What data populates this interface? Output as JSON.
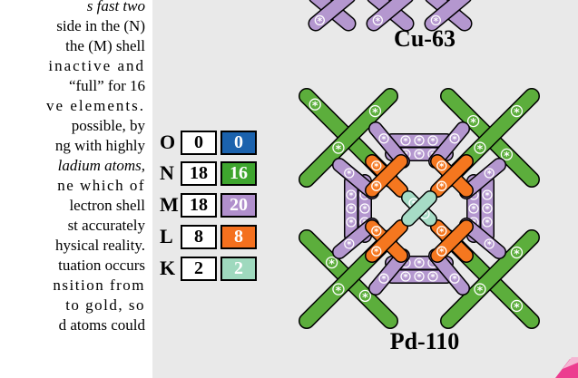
{
  "text_column": {
    "lines": [
      "s fast two",
      "side in the (N)",
      "the (M) shell",
      "inactive and",
      "“full” for 16",
      "ve elements.",
      "possible, by",
      "ng with highly",
      "ladium atoms,",
      "ne which of",
      "lectron shell",
      "st accurately",
      "hysical reality.",
      "tuation occurs",
      "nsition from",
      "to gold, so",
      "d atoms could"
    ]
  },
  "titles": {
    "top": "Cu-63",
    "bottom": "Pd-110"
  },
  "shells": [
    {
      "letter": "O",
      "capacity": "0",
      "value": "0",
      "color": "#1b62ad"
    },
    {
      "letter": "N",
      "capacity": "18",
      "value": "16",
      "color": "#3ea52e"
    },
    {
      "letter": "M",
      "capacity": "18",
      "value": "20",
      "color": "#b08fcc"
    },
    {
      "letter": "L",
      "capacity": "8",
      "value": "8",
      "color": "#f4701e"
    },
    {
      "letter": "K",
      "capacity": "2",
      "value": "2",
      "color": "#9fd9be"
    }
  ],
  "electron_marker": "*",
  "colors": {
    "N_green": "#5cae3c",
    "M_purple": "#b497cf",
    "L_orange": "#f5771f",
    "K_mint": "#a6dcc6",
    "accent_pink": "#ec3d8f"
  },
  "icons": [
    "electron-marker-icon",
    "highlighter-pen-icon"
  ]
}
